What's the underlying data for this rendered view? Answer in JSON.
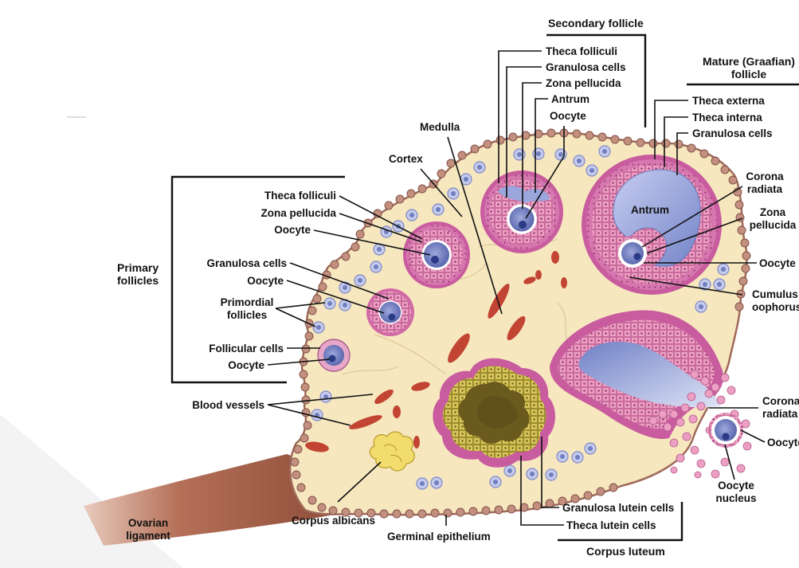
{
  "diagram": {
    "groups": {
      "primary_follicles": "Primary\nfollicles",
      "secondary_follicle": "Secondary follicle",
      "mature_follicle": "Mature (Graafian)\nfollicle",
      "corpus_luteum": "Corpus luteum"
    },
    "labels": {
      "theca_folliculi_primary": "Theca folliculi",
      "zona_pellucida_primary": "Zona pellucida",
      "oocyte_primary_1": "Oocyte",
      "granulosa_cells_primary": "Granulosa cells",
      "oocyte_primary_2": "Oocyte",
      "primordial_follicles": "Primordial\nfollicles",
      "follicular_cells": "Follicular cells",
      "oocyte_primordial": "Oocyte",
      "blood_vessels": "Blood vessels",
      "cortex": "Cortex",
      "medulla": "Medulla",
      "theca_folliculi_secondary": "Theca folliculi",
      "granulosa_cells_secondary": "Granulosa cells",
      "zona_pellucida_secondary": "Zona pellucida",
      "antrum_secondary": "Antrum",
      "oocyte_secondary": "Oocyte",
      "theca_externa": "Theca externa",
      "theca_interna": "Theca interna",
      "granulosa_cells_mature": "Granulosa cells",
      "antrum_mature": "Antrum",
      "corona_radiata_mature": "Corona\nradiata",
      "zona_pellucida_mature": "Zona\npellucida",
      "oocyte_mature": "Oocyte",
      "cumulus_oophorus": "Cumulus\noophorus",
      "corona_radiata_ovulated": "Corona\nradiata",
      "oocyte_ovulated": "Oocyte",
      "oocyte_nucleus": "Oocyte\nnucleus",
      "granulosa_lutein_cells": "Granulosa lutein cells",
      "theca_lutein_cells": "Theca lutein cells",
      "corpus_albicans": "Corpus albicans",
      "germinal_epithelium": "Germinal epithelium",
      "ovarian_ligament": "Ovarian\nligament"
    },
    "colors": {
      "stroma": "#f6e7bf",
      "germinal_epithelium": "#b07a6f",
      "granulosa": "#ec9fc3",
      "theca": "#c85c9e",
      "oocyte": "#5b68b0",
      "zona_pellucida": "#ffffff",
      "antrum_fluid": "#8f9fd6",
      "blood_vessel": "#c24433",
      "corpus_luteum_core": "#6b5a1e",
      "corpus_luteum_cells": "#c9b74a",
      "corpus_albicans": "#f2dc6e",
      "ligament": "#9c5a44",
      "leader_line": "#111111"
    }
  }
}
